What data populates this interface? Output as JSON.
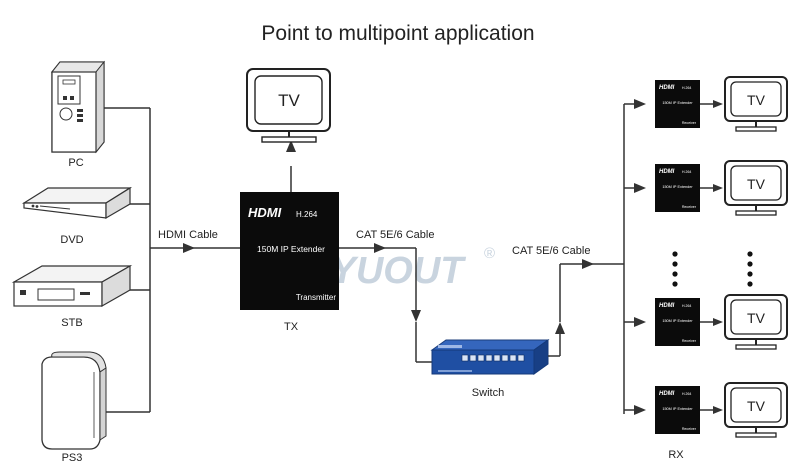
{
  "title": "Point to multipoint  application",
  "watermark": {
    "text": "YUOUT",
    "mark": "®"
  },
  "sources": [
    {
      "id": "pc",
      "label": "PC",
      "icon": "pc-tower-icon"
    },
    {
      "id": "dvd",
      "label": "DVD",
      "icon": "dvd-player-icon"
    },
    {
      "id": "stb",
      "label": "STB",
      "icon": "set-top-box-icon"
    },
    {
      "id": "ps3",
      "label": "PS3",
      "icon": "game-console-icon"
    }
  ],
  "cables": {
    "hdmi": "HDMI Cable",
    "cat_tx": "CAT 5E/6 Cable",
    "cat_rx": "CAT 5E/6 Cable"
  },
  "transmitter": {
    "brand": "HDMI",
    "codec": "H.264",
    "model": "150M IP Extender",
    "role": "Transmitter",
    "caption": "TX"
  },
  "local_display": {
    "label": "TV"
  },
  "switch": {
    "caption": "Switch"
  },
  "receivers": {
    "caption": "RX",
    "units": [
      {
        "brand": "HDMI",
        "codec": "H.264",
        "model": "150M IP Extender",
        "role": "Receiver",
        "display": "TV"
      },
      {
        "brand": "HDMI",
        "codec": "H.264",
        "model": "150M IP Extender",
        "role": "Receiver",
        "display": "TV"
      },
      {
        "brand": "HDMI",
        "codec": "H.264",
        "model": "150M IP Extender",
        "role": "Receiver",
        "display": "TV"
      },
      {
        "brand": "HDMI",
        "codec": "H.264",
        "model": "150M IP Extender",
        "role": "Receiver",
        "display": "TV"
      }
    ]
  },
  "colors": {
    "line": "#333333",
    "device_black": "#0b0b0b",
    "switch_blue": "#1f4fa3",
    "watermark": "#c9d4df"
  }
}
